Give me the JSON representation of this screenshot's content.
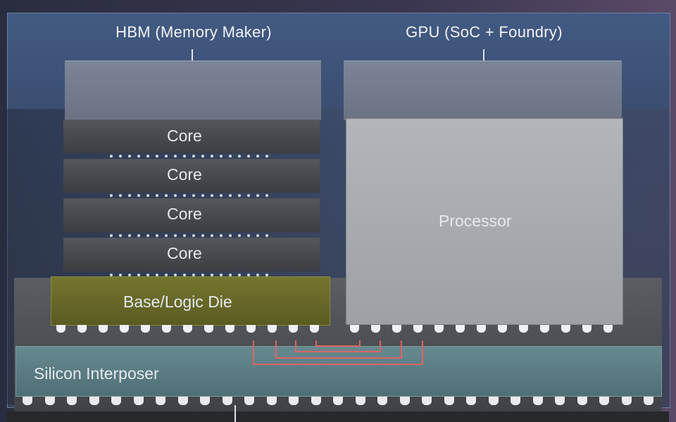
{
  "labels": {
    "hbm": "HBM (Memory Maker)",
    "gpu": "GPU (SoC + Foundry)",
    "cores": [
      "Core",
      "Core",
      "Core",
      "Core"
    ],
    "base": "Base/Logic Die",
    "processor": "Processor",
    "interposer": "Silicon Interposer"
  },
  "colors": {
    "enclosure": "#3e5277",
    "core_layer": "#46484d",
    "base_die": "#6a6b2c",
    "processor": "#a9adb2",
    "interposer": "#5d7f86",
    "wires": "#e06464"
  }
}
